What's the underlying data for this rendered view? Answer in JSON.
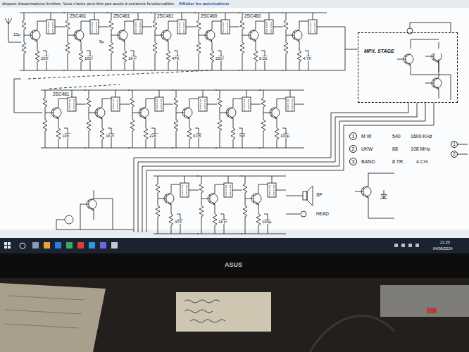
{
  "diagram": {
    "nodes": [
      {
        "text": [
          "MPX. STAGE"
        ]
      },
      {
        "text": [
          "1"
        ]
      },
      {
        "text": [
          "2"
        ]
      },
      {
        "text": [
          "3"
        ]
      },
      {
        "text": [
          "1"
        ]
      },
      {
        "text": [
          "2"
        ]
      }
    ],
    "labels": [
      "dispose d'autorisations limitées. Vous n'avez peut-être pas accès à certaines fonctionnalités.",
      "Afficher les autorisations",
      "2SC461",
      "2SC461",
      "2SC461",
      "2SC460",
      "2SC460",
      "2SC461",
      "10p",
      "22K",
      "100",
      "5p",
      "1K",
      "47K",
      "220",
      "0.01",
      "4.7K",
      "10K",
      "1K",
      "22K",
      "0.05",
      "100μ",
      "47K",
      "1K",
      "100μ",
      "SP",
      "HEAD",
      "M W",
      "540",
      "1600 KHz",
      "UKW",
      "88",
      "108 MHz",
      "BAND",
      "8 TR.",
      "4 CH.",
      "21:20",
      "04/06/2024",
      "ASUS"
    ]
  }
}
